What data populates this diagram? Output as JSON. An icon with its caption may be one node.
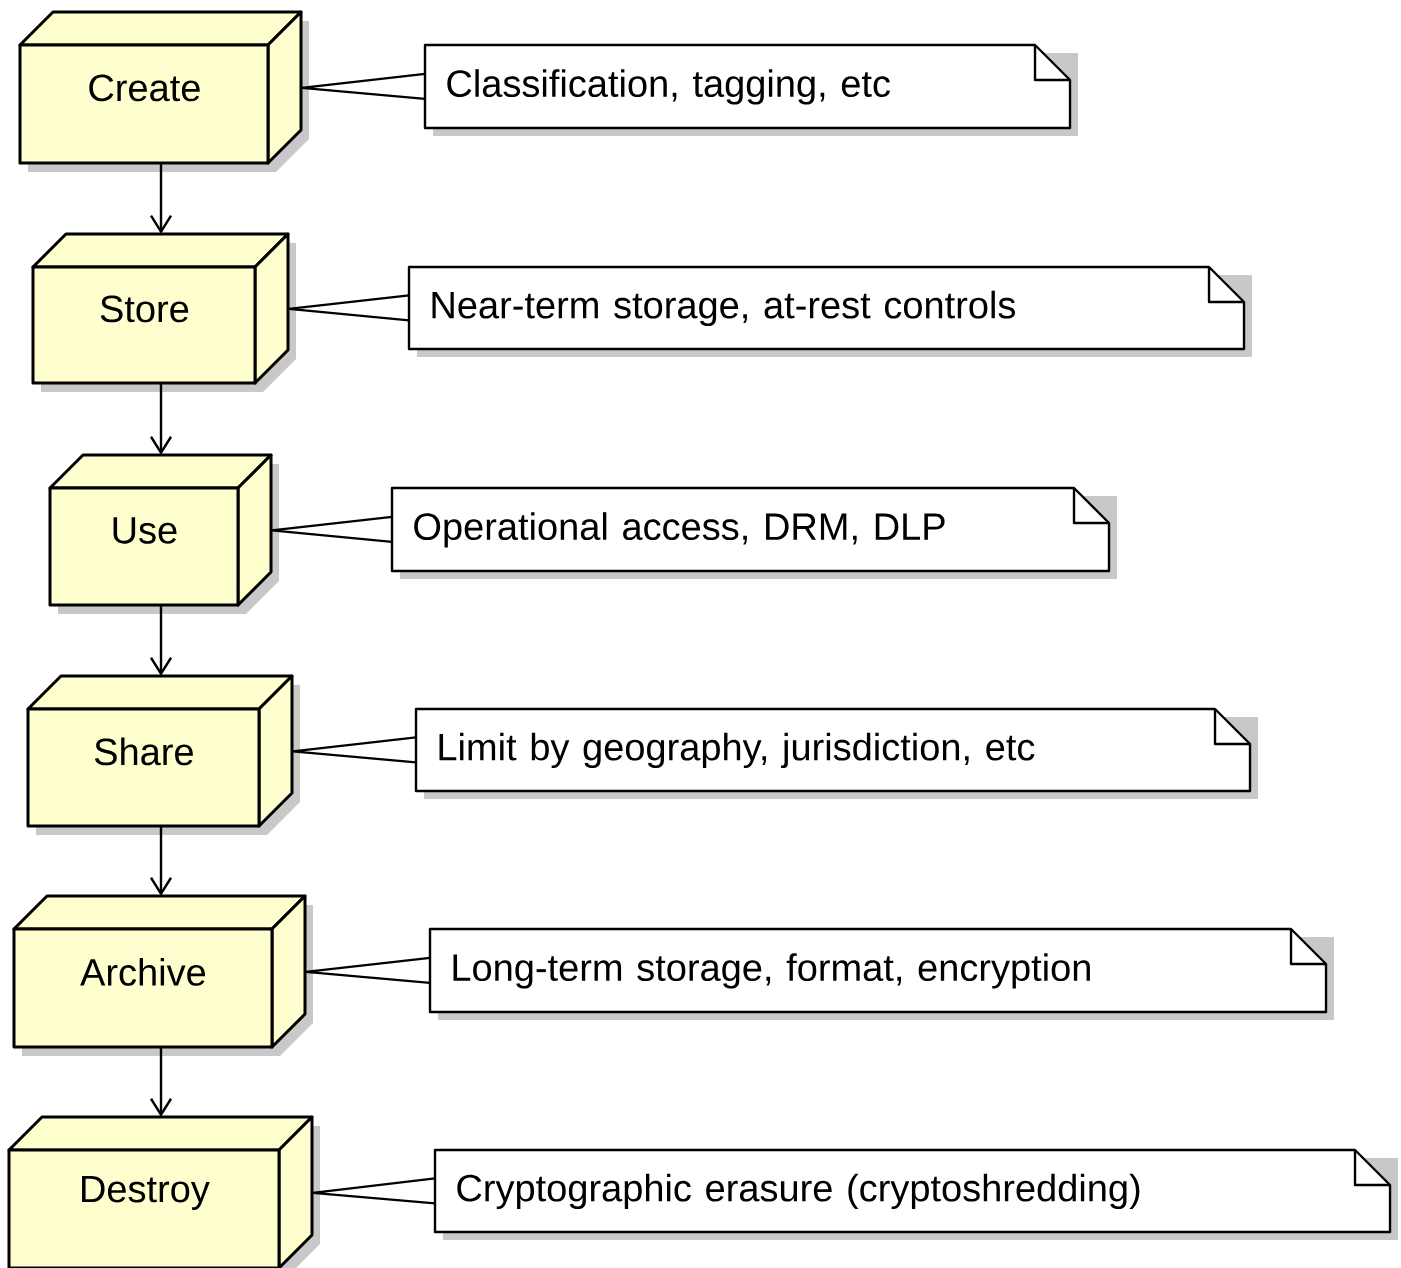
{
  "diagram": {
    "nodes": [
      {
        "text": [
          "Create"
        ]
      },
      {
        "text": [
          "Classification, tagging, etc"
        ]
      },
      {
        "text": [
          "Store"
        ]
      },
      {
        "text": [
          "Near-term storage, at-rest controls"
        ]
      },
      {
        "text": [
          "Use"
        ]
      },
      {
        "text": [
          "Operational access, DRM, DLP"
        ]
      },
      {
        "text": [
          "Share"
        ]
      },
      {
        "text": [
          "Limit by geography, jurisdiction, etc"
        ]
      },
      {
        "text": [
          "Archive"
        ]
      },
      {
        "text": [
          "Long-term storage, format, encryption"
        ]
      },
      {
        "text": [
          "Destroy"
        ]
      },
      {
        "text": [
          "Cryptographic erasure (cryptoshredding)"
        ]
      }
    ],
    "edges": [
      {
        "from": 0,
        "to": 2,
        "arrow": "to"
      },
      {
        "from": 2,
        "to": 4,
        "arrow": "to"
      },
      {
        "from": 4,
        "to": 6,
        "arrow": "to"
      },
      {
        "from": 6,
        "to": 8,
        "arrow": "to"
      },
      {
        "from": 8,
        "to": 10,
        "arrow": "to"
      },
      {
        "from": 1,
        "to": 0,
        "arrow": "none"
      },
      {
        "from": 3,
        "to": 2,
        "arrow": "none"
      },
      {
        "from": 5,
        "to": 4,
        "arrow": "none"
      },
      {
        "from": 7,
        "to": 6,
        "arrow": "none"
      },
      {
        "from": 9,
        "to": 8,
        "arrow": "none"
      },
      {
        "from": 11,
        "to": 10,
        "arrow": "none"
      }
    ]
  }
}
